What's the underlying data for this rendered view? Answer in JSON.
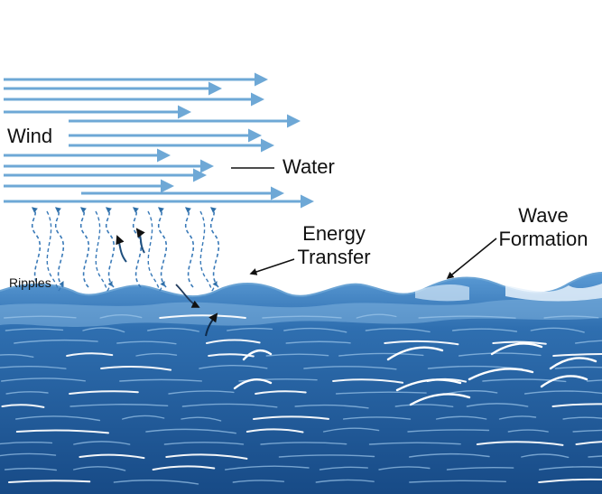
{
  "labels": {
    "wind": "Wind",
    "water": "Water",
    "energy_transfer_line1": "Energy",
    "energy_transfer_line2": "Transfer",
    "wave_formation_line1": "Wave",
    "wave_formation_line2": "Formation",
    "ripples": "Ripples"
  },
  "colors": {
    "wind_arrow": "#6ea8d6",
    "dashed_arrow": "#3a7ab8",
    "ocean_top": "#5b9bd5",
    "ocean_mid": "#2c6aaa",
    "ocean_deep": "#174a86",
    "crest_line": "#6aa3d4",
    "wave_line_light": "#9cc6ea",
    "wave_line_white": "#ffffff",
    "label_text": "#111111"
  },
  "icons": {
    "wind_arrows": "right-arrow-icon",
    "energy_paths": "dashed-wavy-arrow-icon",
    "pointer": "leader-arrow-icon"
  }
}
